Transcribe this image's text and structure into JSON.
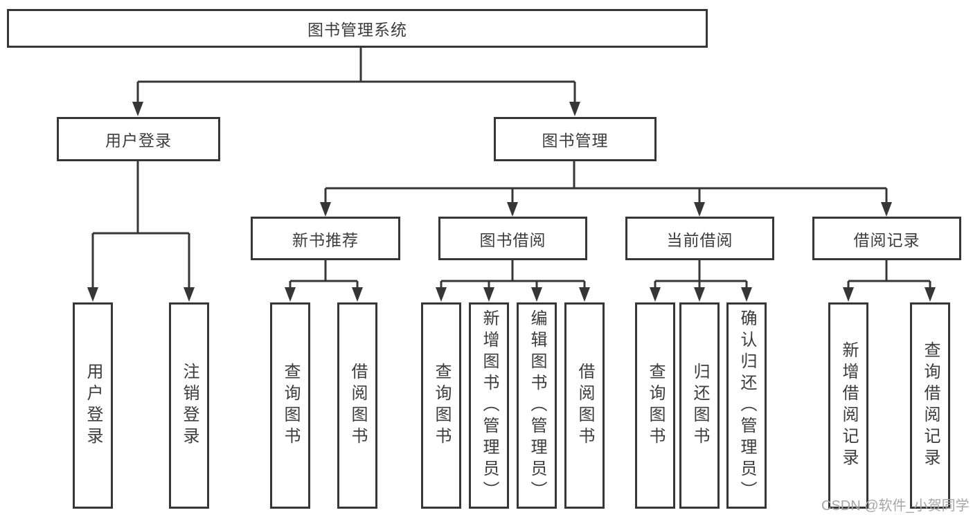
{
  "tree": {
    "label": "图书管理系统",
    "children": [
      {
        "label": "用户登录",
        "children": [
          {
            "label": "用户登录"
          },
          {
            "label": "注销登录"
          }
        ]
      },
      {
        "label": "图书管理",
        "children": [
          {
            "label": "新书推荐",
            "children": [
              {
                "label": "查询图书"
              },
              {
                "label": "借阅图书"
              }
            ]
          },
          {
            "label": "图书借阅",
            "children": [
              {
                "label": "查询图书"
              },
              {
                "label": "新增图书（管理员）"
              },
              {
                "label": "编辑图书（管理员）"
              },
              {
                "label": "借阅图书"
              }
            ]
          },
          {
            "label": "当前借阅",
            "children": [
              {
                "label": "查询图书"
              },
              {
                "label": "归还图书"
              },
              {
                "label": "确认归还（管理员）"
              }
            ]
          },
          {
            "label": "借阅记录",
            "children": [
              {
                "label": "新增借阅记录"
              },
              {
                "label": "查询借阅记录"
              }
            ]
          }
        ]
      }
    ]
  },
  "watermark": {
    "text": "CSDN @软件_小贺同学"
  },
  "colors": {
    "line": "#363636",
    "text": "#3c3c3c",
    "watermark": "#a6a6a6",
    "background": "#ffffff"
  }
}
